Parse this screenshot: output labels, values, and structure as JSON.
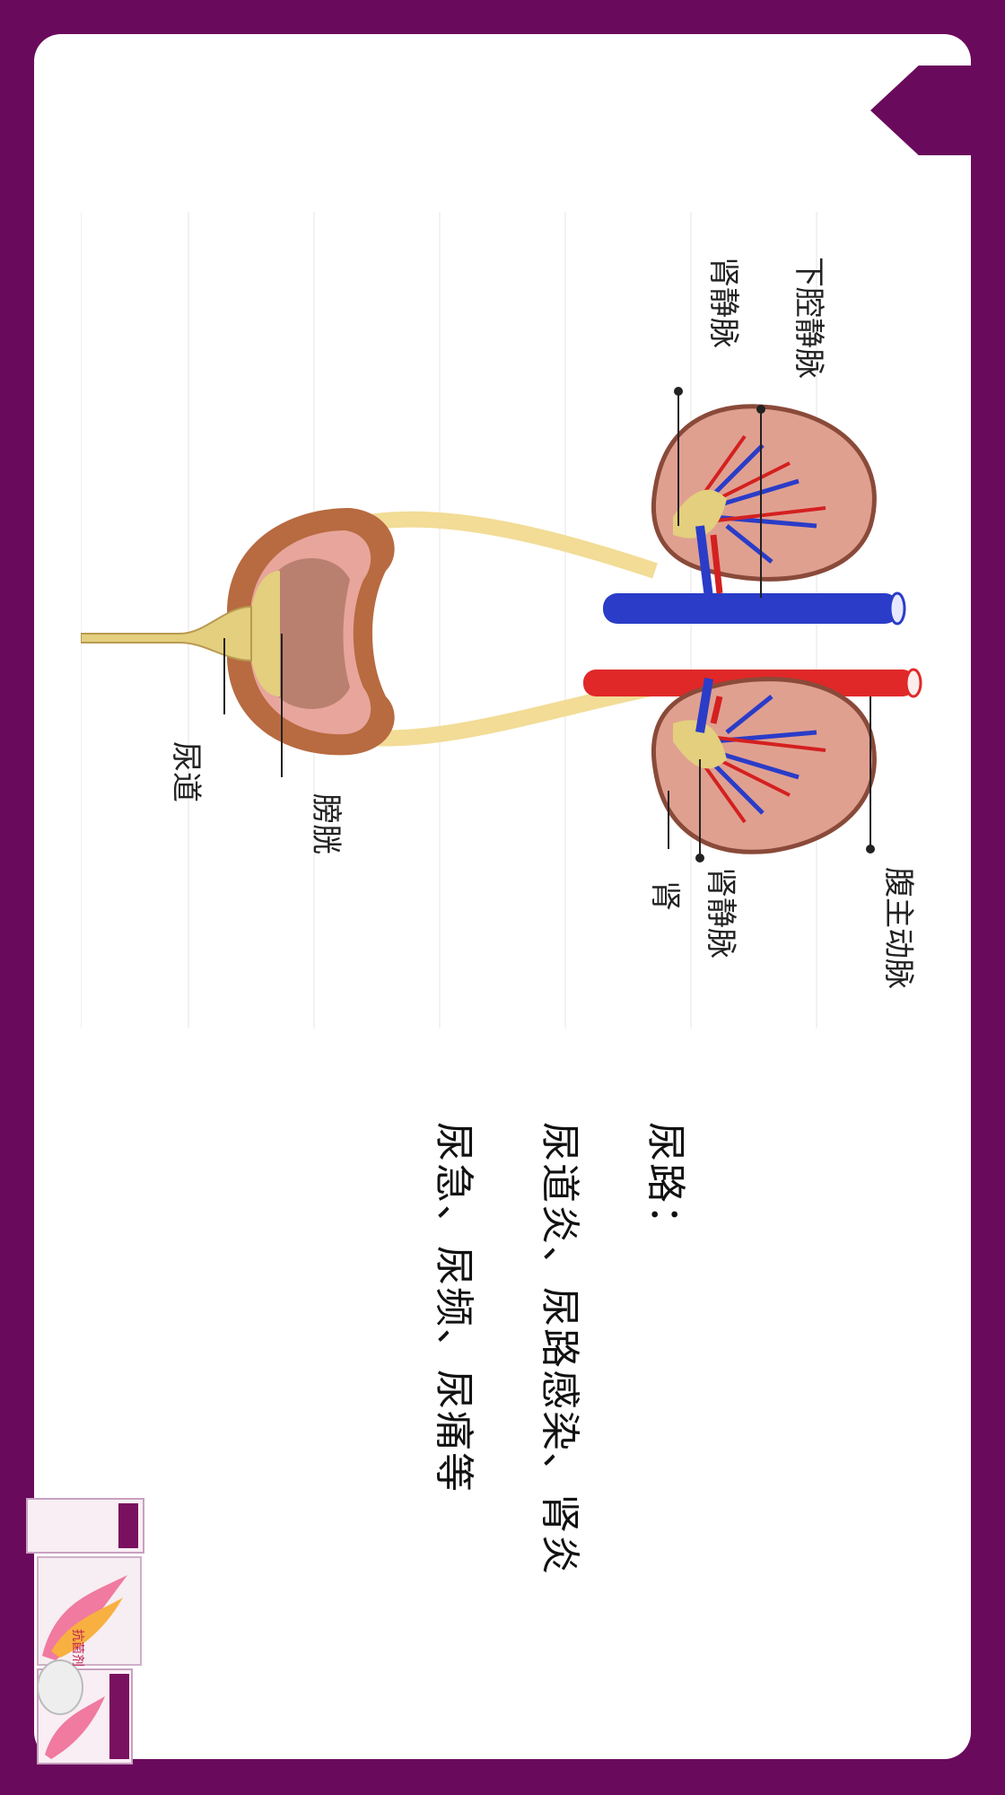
{
  "diagram": {
    "labels": {
      "ivc": "下腔静脉",
      "renal_vein_top": "肾静脉",
      "renal_vein_bottom": "肾静脉",
      "aorta": "腹主动脉",
      "kidney": "肾",
      "bladder": "膀胱",
      "urethra": "尿道"
    }
  },
  "caption": {
    "line1": "尿路：",
    "line2": "尿道炎、尿路感染、肾炎",
    "line3": "尿急、尿频、尿痛等"
  },
  "product": {
    "name": "抗菌剂"
  },
  "colors": {
    "frame": "#6a0a5c",
    "vein": "#2a3cc8",
    "artery": "#e02828",
    "ureter": "#f2dc96",
    "kidney": "#e0a090",
    "bladder_outer": "#b86a40"
  }
}
